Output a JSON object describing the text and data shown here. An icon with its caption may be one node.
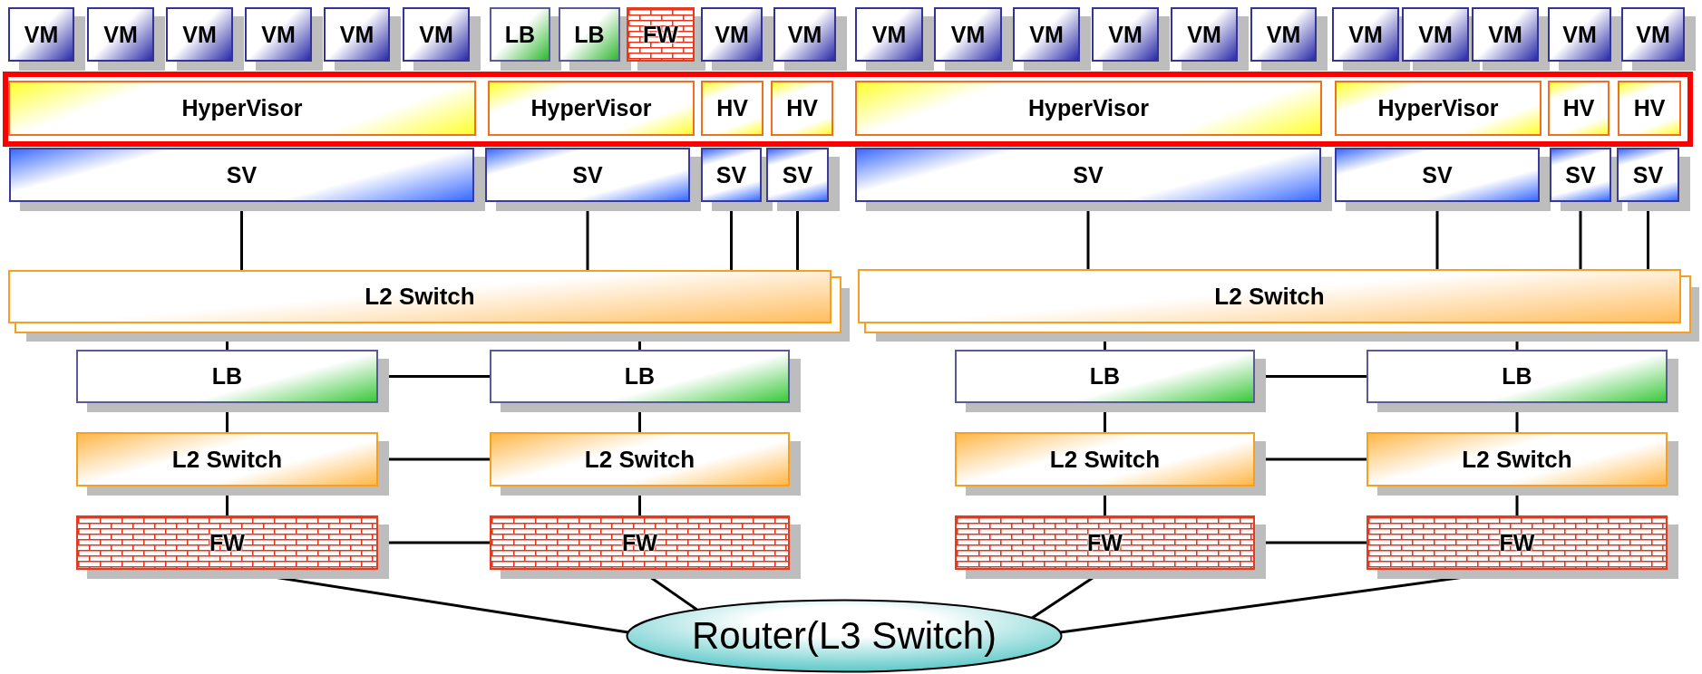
{
  "diagram": {
    "nodes": [
      {
        "text": [
          "VM"
        ]
      },
      {
        "text": [
          "VM"
        ]
      },
      {
        "text": [
          "VM"
        ]
      },
      {
        "text": [
          "VM"
        ]
      },
      {
        "text": [
          "VM"
        ]
      },
      {
        "text": [
          "VM"
        ]
      },
      {
        "text": [
          "LB"
        ]
      },
      {
        "text": [
          "LB"
        ]
      },
      {
        "text": [
          "FW"
        ]
      },
      {
        "text": [
          "VM"
        ]
      },
      {
        "text": [
          "VM"
        ]
      },
      {
        "text": [
          "VM"
        ]
      },
      {
        "text": [
          "VM"
        ]
      },
      {
        "text": [
          "VM"
        ]
      },
      {
        "text": [
          "VM"
        ]
      },
      {
        "text": [
          "VM"
        ]
      },
      {
        "text": [
          "VM"
        ]
      },
      {
        "text": [
          "VM"
        ]
      },
      {
        "text": [
          "VM"
        ]
      },
      {
        "text": [
          "VM"
        ]
      },
      {
        "text": [
          "VM"
        ]
      },
      {
        "text": [
          "VM"
        ]
      },
      {
        "text": [],
        "shape": "box"
      },
      {
        "text": [
          "HyperVisor"
        ],
        "in": 22
      },
      {
        "text": [
          "HyperVisor"
        ],
        "in": 22
      },
      {
        "text": [
          "HV"
        ],
        "in": 22
      },
      {
        "text": [
          "HV"
        ],
        "in": 22
      },
      {
        "text": [
          "HyperVisor"
        ],
        "in": 22
      },
      {
        "text": [
          "HyperVisor"
        ],
        "in": 22
      },
      {
        "text": [
          "HV"
        ],
        "in": 22
      },
      {
        "text": [
          "HV"
        ],
        "in": 22
      },
      {
        "text": [
          "SV"
        ]
      },
      {
        "text": [
          "SV"
        ]
      },
      {
        "text": [
          "SV"
        ]
      },
      {
        "text": [
          "SV"
        ]
      },
      {
        "text": [
          "SV"
        ]
      },
      {
        "text": [
          "SV"
        ]
      },
      {
        "text": [
          "SV"
        ]
      },
      {
        "text": [
          "SV"
        ]
      },
      {
        "text": [
          "L2 Switch"
        ]
      },
      {
        "text": [
          "L2 Switch"
        ]
      },
      {
        "text": [
          "LB"
        ]
      },
      {
        "text": [
          "LB"
        ]
      },
      {
        "text": [
          "LB"
        ]
      },
      {
        "text": [
          "LB"
        ]
      },
      {
        "text": [
          "L2 Switch"
        ]
      },
      {
        "text": [
          "L2 Switch"
        ]
      },
      {
        "text": [
          "L2 Switch"
        ]
      },
      {
        "text": [
          "L2 Switch"
        ]
      },
      {
        "text": [
          "FW"
        ]
      },
      {
        "text": [
          "FW"
        ]
      },
      {
        "text": [
          "FW"
        ]
      },
      {
        "text": [
          "FW"
        ]
      },
      {
        "text": [
          "Router(L3 Switch)"
        ]
      }
    ],
    "edges": [
      {
        "from": 31,
        "to": 39,
        "arrow": "none"
      },
      {
        "from": 32,
        "to": 39,
        "arrow": "none"
      },
      {
        "from": 33,
        "to": 39,
        "arrow": "none"
      },
      {
        "from": 34,
        "to": 39,
        "arrow": "none"
      },
      {
        "from": 35,
        "to": 40,
        "arrow": "none"
      },
      {
        "from": 36,
        "to": 40,
        "arrow": "none"
      },
      {
        "from": 37,
        "to": 40,
        "arrow": "none"
      },
      {
        "from": 38,
        "to": 40,
        "arrow": "none"
      },
      {
        "from": 39,
        "to": 41,
        "arrow": "none"
      },
      {
        "from": 39,
        "to": 42,
        "arrow": "none"
      },
      {
        "from": 40,
        "to": 43,
        "arrow": "none"
      },
      {
        "from": 40,
        "to": 44,
        "arrow": "none"
      },
      {
        "from": 41,
        "to": 42,
        "arrow": "none"
      },
      {
        "from": 43,
        "to": 44,
        "arrow": "none"
      },
      {
        "from": 41,
        "to": 45,
        "arrow": "none"
      },
      {
        "from": 42,
        "to": 46,
        "arrow": "none"
      },
      {
        "from": 43,
        "to": 47,
        "arrow": "none"
      },
      {
        "from": 44,
        "to": 48,
        "arrow": "none"
      },
      {
        "from": 45,
        "to": 46,
        "arrow": "none"
      },
      {
        "from": 47,
        "to": 48,
        "arrow": "none"
      },
      {
        "from": 45,
        "to": 49,
        "arrow": "none"
      },
      {
        "from": 46,
        "to": 50,
        "arrow": "none"
      },
      {
        "from": 47,
        "to": 51,
        "arrow": "none"
      },
      {
        "from": 48,
        "to": 52,
        "arrow": "none"
      },
      {
        "from": 49,
        "to": 50,
        "arrow": "none"
      },
      {
        "from": 51,
        "to": 52,
        "arrow": "none"
      },
      {
        "from": 49,
        "to": 53,
        "arrow": "none"
      },
      {
        "from": 50,
        "to": 53,
        "arrow": "none"
      },
      {
        "from": 51,
        "to": 53,
        "arrow": "none"
      },
      {
        "from": 52,
        "to": 53,
        "arrow": "none"
      }
    ]
  }
}
